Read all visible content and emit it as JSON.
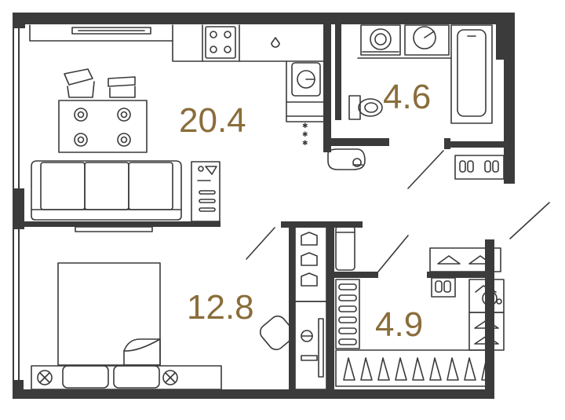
{
  "plan": {
    "rooms": [
      {
        "name": "living-kitchen",
        "area": "20.4"
      },
      {
        "name": "bathroom",
        "area": "4.6"
      },
      {
        "name": "bedroom",
        "area": "12.8"
      },
      {
        "name": "dressing-hall",
        "area": "4.9"
      }
    ]
  },
  "colors": {
    "wall": "#3b3b3b",
    "line": "#3a3a3a",
    "area_text": "#8a6d3b",
    "background": "#ffffff"
  }
}
